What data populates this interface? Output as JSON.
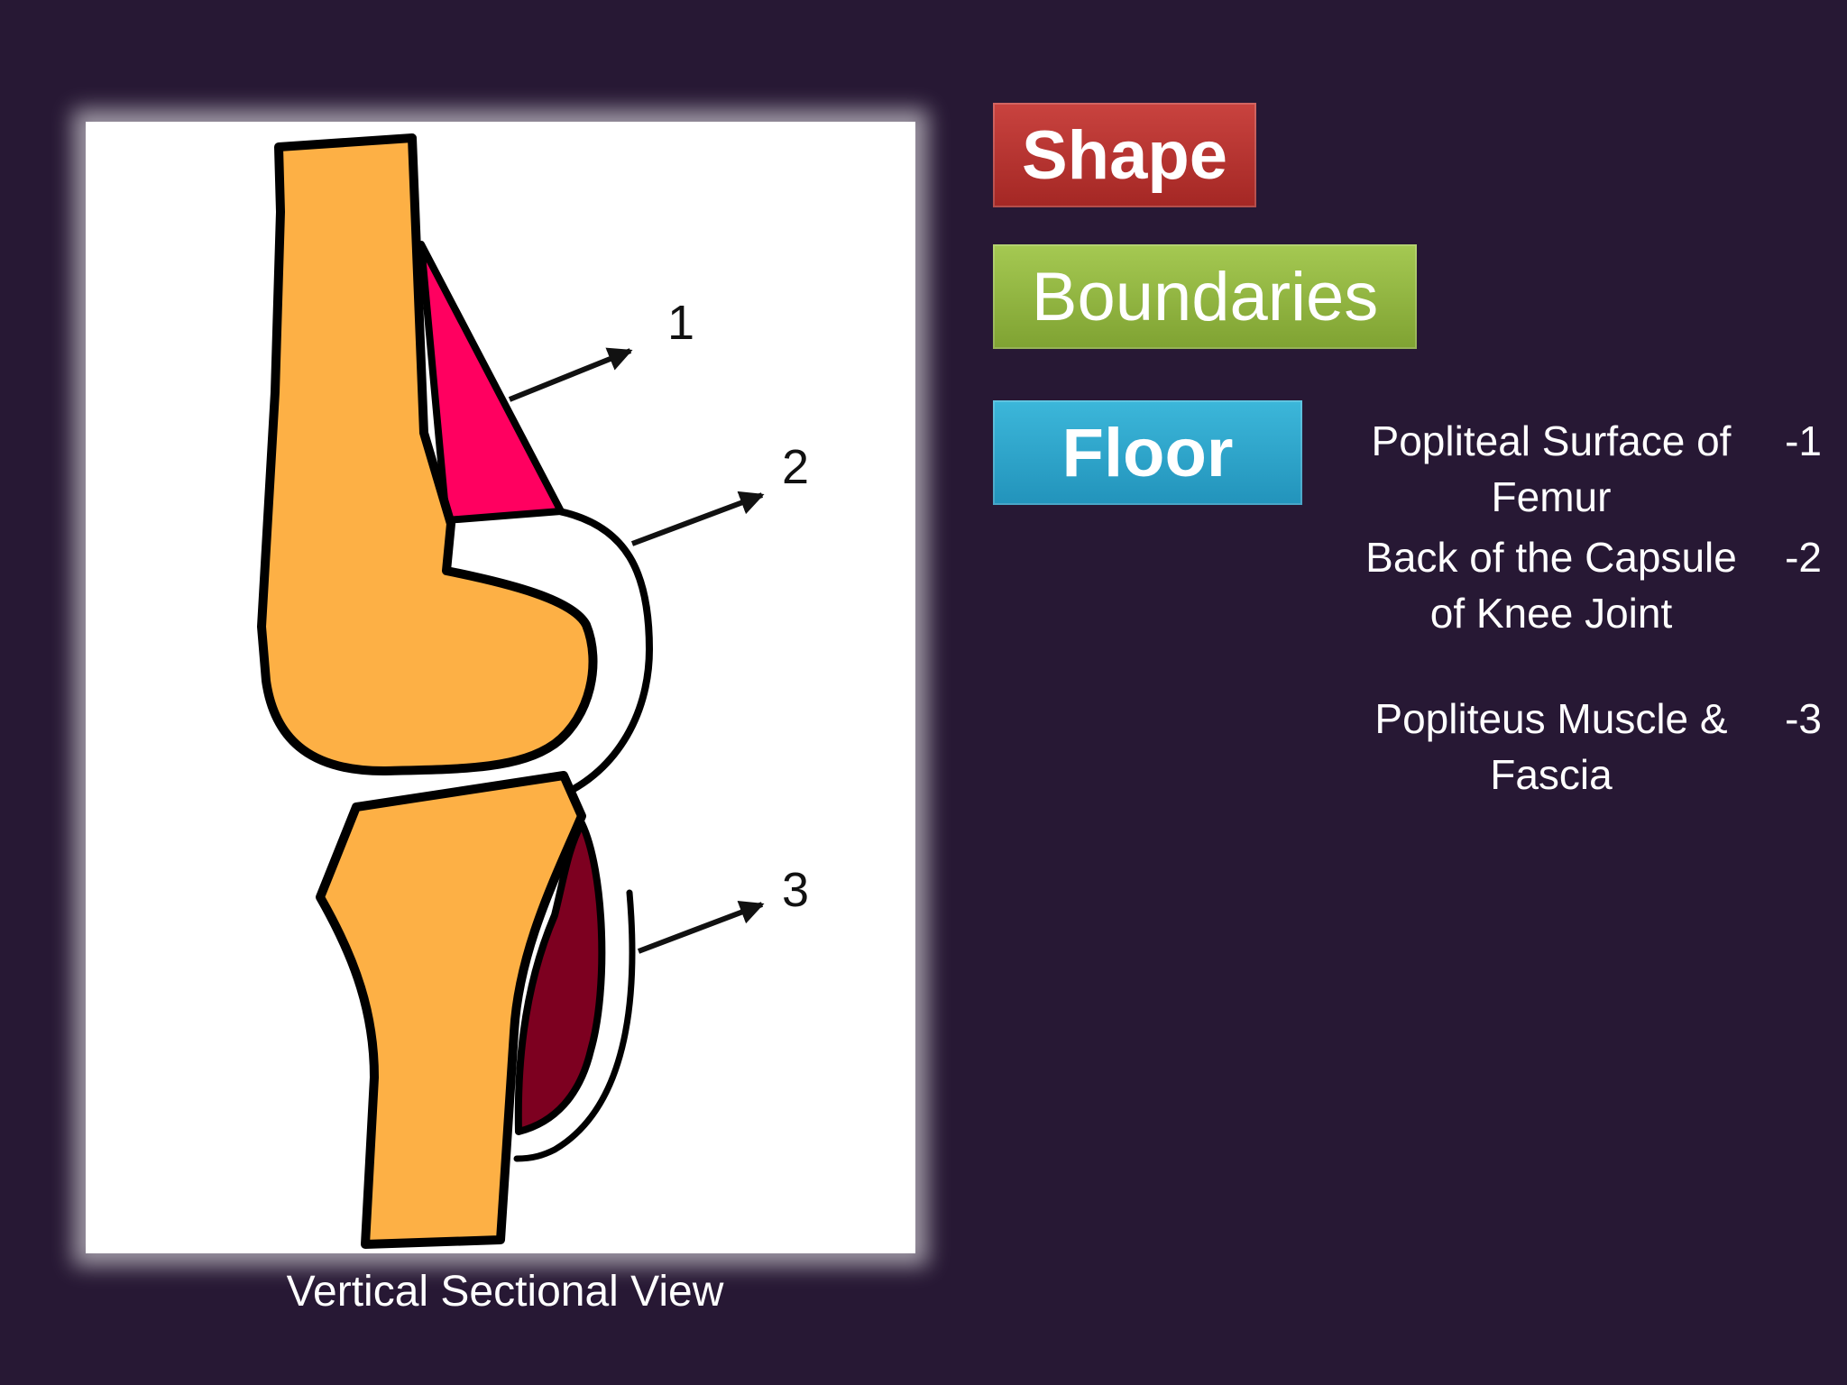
{
  "figure": {
    "caption": "Vertical Sectional View",
    "labels": [
      "1",
      "2",
      "3"
    ]
  },
  "tabs": {
    "shape": "Shape",
    "boundaries": "Boundaries",
    "floor": "Floor"
  },
  "floor_items": [
    {
      "number": "-1",
      "line1": "Popliteal Surface of",
      "line2": "Femur"
    },
    {
      "number": "-2",
      "line1": "Back of the Capsule",
      "line2": "of Knee Joint"
    },
    {
      "number": "-3",
      "line1": "Popliteus Muscle &",
      "line2": "Fascia"
    }
  ],
  "colors": {
    "background": "#271834",
    "bone": "#fdb045",
    "fat_pad": "#ff0060",
    "muscle": "#7d0020",
    "shape_tab": "#b3322f",
    "boundaries_tab": "#8fb33f",
    "floor_tab": "#2ea5cc"
  }
}
